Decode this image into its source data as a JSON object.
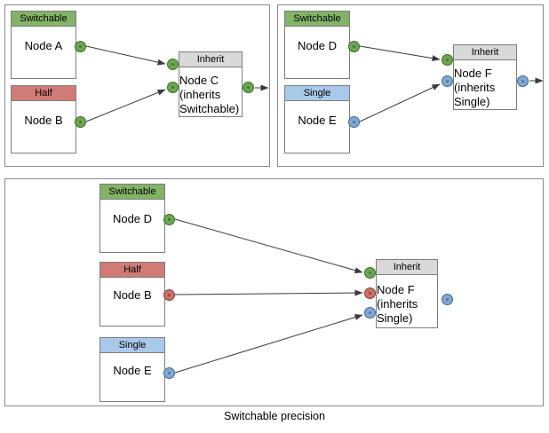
{
  "diagram": {
    "caption": "Switchable precision",
    "colors": {
      "switchable": "#82b366",
      "half": "#d07b76",
      "single": "#a9c9ea",
      "inherit": "#d9d9d9",
      "port_green": "#6aa84f",
      "port_red": "#cc6e69",
      "port_blue": "#7fa9d4",
      "border": "#7d7d7d",
      "panel_border": "#8c8c8c"
    },
    "panels": [
      {
        "id": "panel-top-left",
        "nodes": [
          {
            "id": "node-a",
            "header": "Switchable",
            "type": "switchable",
            "label": "Node A"
          },
          {
            "id": "node-b",
            "header": "Half",
            "type": "half",
            "label": "Node B"
          },
          {
            "id": "node-c",
            "header": "Inherit",
            "type": "inherit",
            "label": "Node C\n(inherits\nSwitchable)",
            "line1": "Node C",
            "line2": "(inherits",
            "line3": "Switchable)"
          }
        ],
        "edges": [
          {
            "from": "node-a",
            "to": "node-c",
            "port_color": "green"
          },
          {
            "from": "node-b",
            "to": "node-c",
            "port_color": "green"
          }
        ],
        "output": {
          "node": "node-c",
          "port_color": "green",
          "arrow": true
        }
      },
      {
        "id": "panel-top-right",
        "nodes": [
          {
            "id": "node-d",
            "header": "Switchable",
            "type": "switchable",
            "label": "Node D"
          },
          {
            "id": "node-e",
            "header": "Single",
            "type": "single",
            "label": "Node E"
          },
          {
            "id": "node-f",
            "header": "Inherit",
            "type": "inherit",
            "label": "Node F\n(inherits\nSingle)",
            "line1": "Node F",
            "line2": "(inherits",
            "line3": "Single)"
          }
        ],
        "edges": [
          {
            "from": "node-d",
            "to": "node-f",
            "port_color": "green"
          },
          {
            "from": "node-e",
            "to": "node-f",
            "port_color": "blue"
          }
        ],
        "output": {
          "node": "node-f",
          "port_color": "blue",
          "arrow": true
        }
      },
      {
        "id": "panel-bottom",
        "nodes": [
          {
            "id": "node-d2",
            "header": "Switchable",
            "type": "switchable",
            "label": "Node D"
          },
          {
            "id": "node-b2",
            "header": "Half",
            "type": "half",
            "label": "Node B"
          },
          {
            "id": "node-e2",
            "header": "Single",
            "type": "single",
            "label": "Node E"
          },
          {
            "id": "node-f2",
            "header": "Inherit",
            "type": "inherit",
            "label": "Node F\n(inherits\nSingle)",
            "line1": "Node F",
            "line2": "(inherits",
            "line3": "Single)"
          }
        ],
        "edges": [
          {
            "from": "node-d2",
            "to": "node-f2",
            "port_color": "green"
          },
          {
            "from": "node-b2",
            "to": "node-f2",
            "port_color": "red"
          },
          {
            "from": "node-e2",
            "to": "node-f2",
            "port_color": "blue"
          }
        ],
        "output": {
          "node": "node-f2",
          "port_color": "blue",
          "arrow": false
        }
      }
    ]
  }
}
